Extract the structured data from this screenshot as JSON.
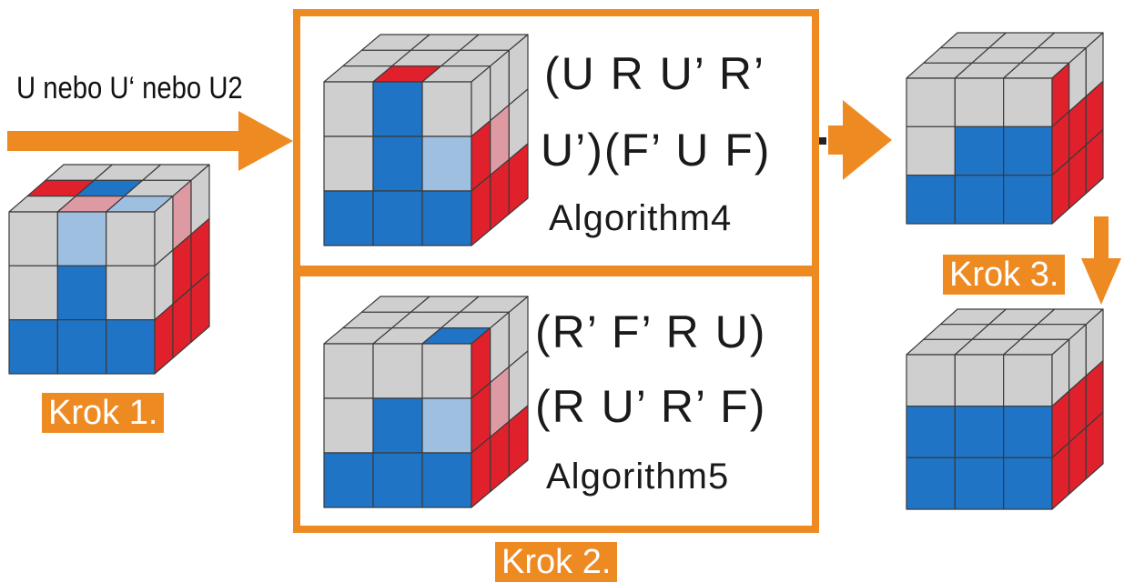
{
  "colors": {
    "accent_orange": "#ee8a22",
    "sticker_gray": "#cfcfcf",
    "sticker_blue": "#1f74c6",
    "sticker_light_blue": "#9ebfe0",
    "sticker_red": "#e0212b",
    "sticker_pink": "#de9aa2",
    "grid_line": "#3a3a3a"
  },
  "labels": {
    "move_hint": "U nebo U‘ nebo U2",
    "step1": "Krok 1.",
    "step2": "Krok 2.",
    "step3": "Krok 3."
  },
  "algorithms": [
    {
      "line1": "(U R U’ R’",
      "line2": "U’)(F’ U F)",
      "name": "Algorithm4"
    },
    {
      "line1": "(R’ F’ R U)",
      "line2": "(R U’ R’ F)",
      "name": "Algorithm5"
    }
  ],
  "cubes": [
    {
      "id": "cube-start",
      "top": [
        "G",
        "G",
        "G",
        "R",
        "B",
        "G",
        "G",
        "P",
        "L"
      ],
      "front": [
        "G",
        "L",
        "G",
        "G",
        "B",
        "G",
        "B",
        "B",
        "B"
      ],
      "right": [
        "G",
        "P",
        "G",
        "G",
        "R",
        "R",
        "R",
        "R",
        "R"
      ]
    },
    {
      "id": "cube-alg4",
      "top": [
        "G",
        "G",
        "G",
        "G",
        "G",
        "G",
        "G",
        "R",
        "G"
      ],
      "front": [
        "G",
        "B",
        "G",
        "G",
        "B",
        "L",
        "B",
        "B",
        "B"
      ],
      "right": [
        "G",
        "G",
        "G",
        "R",
        "P",
        "G",
        "R",
        "R",
        "R"
      ]
    },
    {
      "id": "cube-alg5",
      "top": [
        "G",
        "G",
        "G",
        "G",
        "G",
        "G",
        "G",
        "G",
        "B"
      ],
      "front": [
        "G",
        "G",
        "G",
        "G",
        "B",
        "L",
        "B",
        "B",
        "B"
      ],
      "right": [
        "R",
        "G",
        "G",
        "R",
        "P",
        "G",
        "R",
        "R",
        "R"
      ]
    },
    {
      "id": "cube-step3-before",
      "top": [
        "G",
        "G",
        "G",
        "G",
        "G",
        "G",
        "G",
        "G",
        "G"
      ],
      "front": [
        "G",
        "G",
        "G",
        "G",
        "B",
        "B",
        "B",
        "B",
        "B"
      ],
      "right": [
        "R",
        "G",
        "G",
        "R",
        "R",
        "R",
        "R",
        "R",
        "R"
      ]
    },
    {
      "id": "cube-solved-layer",
      "top": [
        "G",
        "G",
        "G",
        "G",
        "G",
        "G",
        "G",
        "G",
        "G"
      ],
      "front": [
        "G",
        "G",
        "G",
        "B",
        "B",
        "B",
        "B",
        "B",
        "B"
      ],
      "right": [
        "G",
        "G",
        "G",
        "R",
        "R",
        "R",
        "R",
        "R",
        "R"
      ]
    }
  ]
}
